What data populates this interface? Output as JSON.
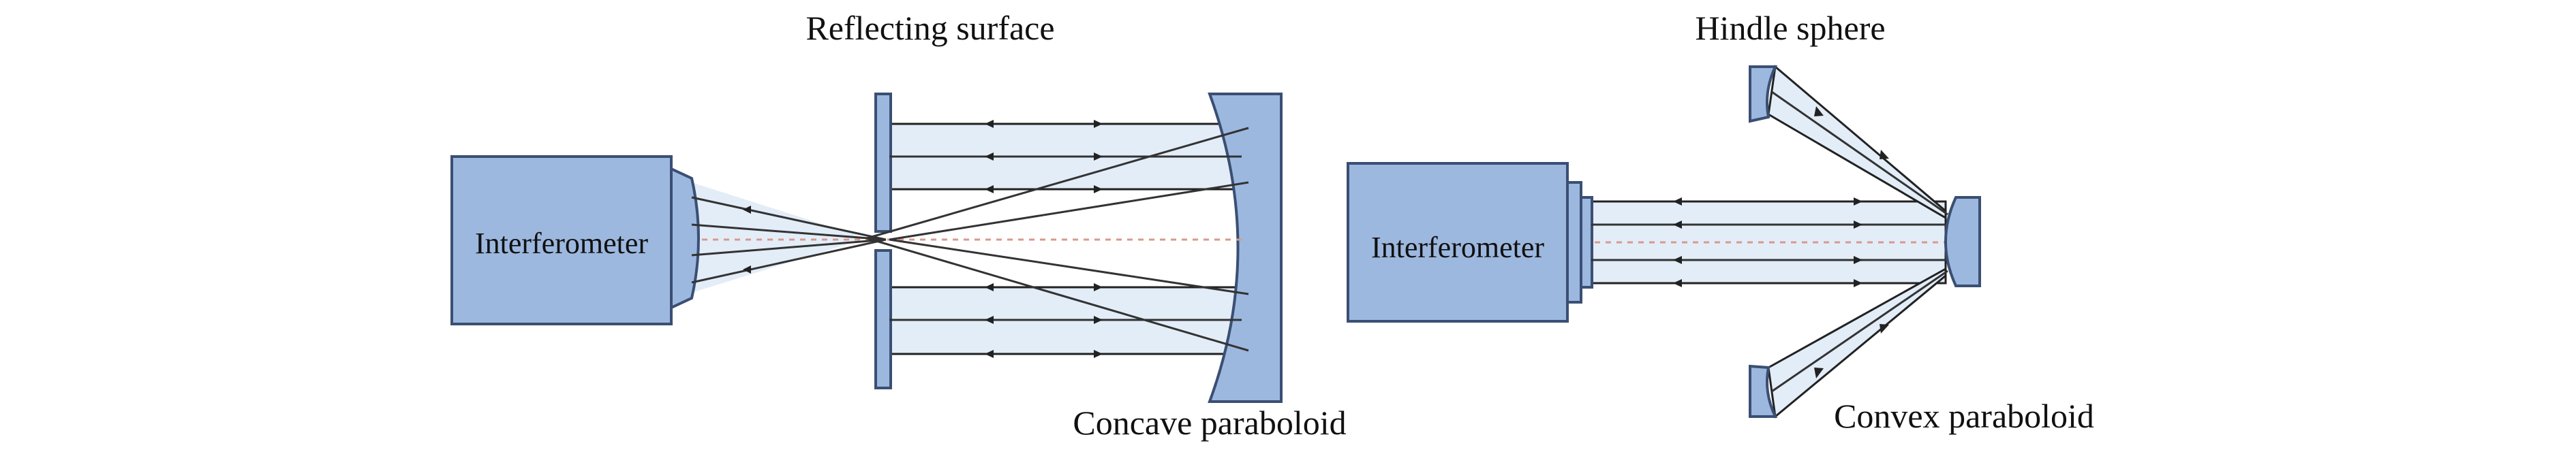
{
  "left_setup": {
    "interferometer_label": "Interferometer",
    "top_label": "Reflecting surface",
    "bottom_label": "Concave paraboloid"
  },
  "right_setup": {
    "interferometer_label": "Interferometer",
    "top_label": "Hindle sphere",
    "bottom_label": "Convex paraboloid"
  },
  "colors": {
    "component_fill": "#9db8df",
    "component_stroke": "#3a4f73",
    "beam_fill": "#e3edf8",
    "ray": "#333333",
    "axis": "#d79a8e"
  }
}
